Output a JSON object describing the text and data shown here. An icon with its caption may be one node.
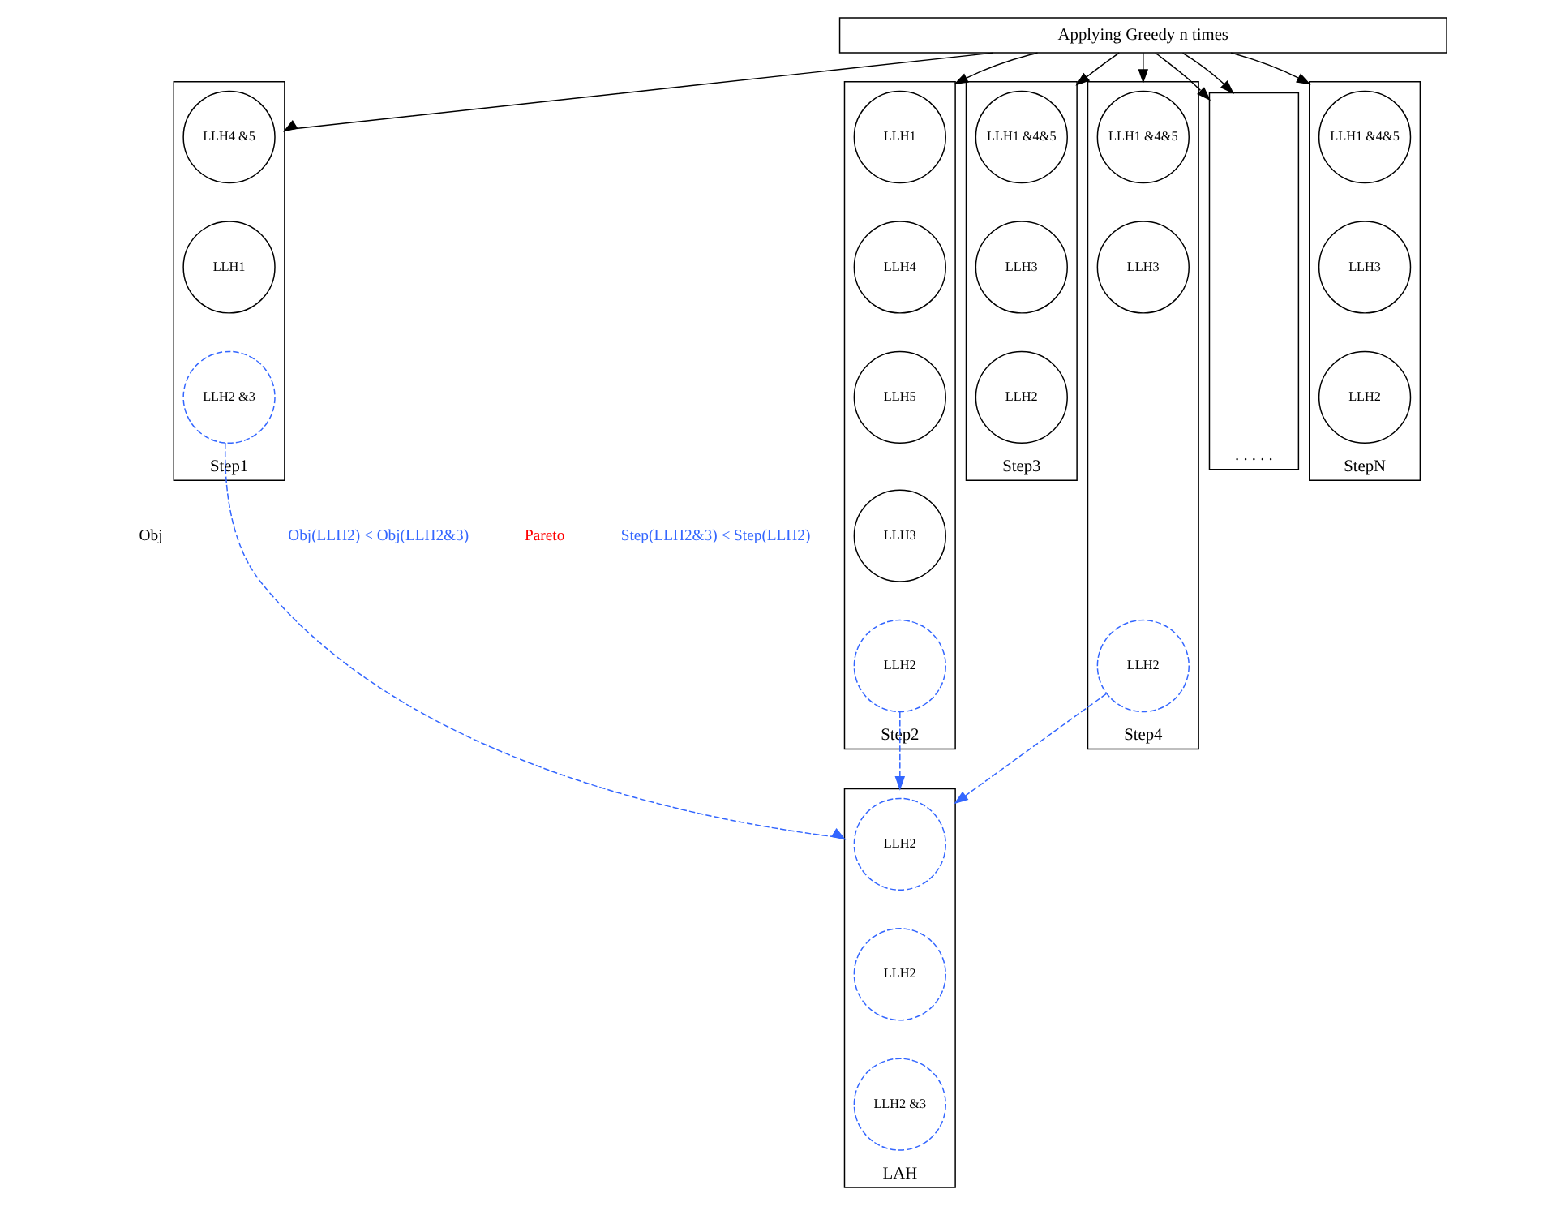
{
  "diagram": {
    "nodes": [
      {
        "text": [
          "Applying Greedy n times"
        ]
      },
      {
        "text": [
          "Step1"
        ]
      },
      {
        "text": [
          "LLH4 &5"
        ],
        "in": 1
      },
      {
        "text": [
          "LLH1"
        ],
        "in": 1
      },
      {
        "text": [
          "LLH2 &3"
        ],
        "in": 1
      },
      {
        "text": [
          "Step2"
        ]
      },
      {
        "text": [
          "LLH1"
        ],
        "in": 5
      },
      {
        "text": [
          "LLH4"
        ],
        "in": 5
      },
      {
        "text": [
          "LLH5"
        ],
        "in": 5
      },
      {
        "text": [
          "LLH3"
        ],
        "in": 5
      },
      {
        "text": [
          "LLH2"
        ],
        "in": 5
      },
      {
        "text": [
          "Step3"
        ]
      },
      {
        "text": [
          "LLH1 &4&5"
        ],
        "in": 11
      },
      {
        "text": [
          "LLH3"
        ],
        "in": 11
      },
      {
        "text": [
          "LLH2"
        ],
        "in": 11
      },
      {
        "text": [
          "Step4"
        ]
      },
      {
        "text": [
          "LLH1 &4&5"
        ],
        "in": 15
      },
      {
        "text": [
          "LLH3"
        ],
        "in": 15
      },
      {
        "text": [
          "LLH2"
        ],
        "in": 15
      },
      {
        "text": [
          ". . . . ."
        ]
      },
      {
        "text": [
          "StepN"
        ]
      },
      {
        "text": [
          "LLH1 &4&5"
        ],
        "in": 20
      },
      {
        "text": [
          "LLH3"
        ],
        "in": 20
      },
      {
        "text": [
          "LLH2"
        ],
        "in": 20
      },
      {
        "text": [
          "LAH"
        ]
      },
      {
        "text": [
          "LLH2"
        ],
        "in": 24
      },
      {
        "text": [
          "LLH2"
        ],
        "in": 24
      },
      {
        "text": [
          "LLH2 &3"
        ],
        "in": 24
      }
    ],
    "edges": [
      {
        "from": 0,
        "to": 1,
        "arrow": "to"
      },
      {
        "from": 0,
        "to": 5,
        "arrow": "to"
      },
      {
        "from": 0,
        "to": 11,
        "arrow": "to"
      },
      {
        "from": 0,
        "to": 15,
        "arrow": "to"
      },
      {
        "from": 0,
        "to": 19,
        "arrow": "to"
      },
      {
        "from": 0,
        "to": 19,
        "arrow": "to"
      },
      {
        "from": 0,
        "to": 20,
        "arrow": "to"
      },
      {
        "from": 4,
        "to": 24,
        "arrow": "to",
        "style": "dashed",
        "color": "#3366ff"
      },
      {
        "from": 10,
        "to": 24,
        "arrow": "to",
        "style": "dashed",
        "color": "#3366ff"
      },
      {
        "from": 18,
        "to": 24,
        "arrow": "to",
        "style": "dashed",
        "color": "#3366ff"
      }
    ],
    "labels": [
      "Obj",
      "Obj(LLH2) < Obj(LLH2&3)",
      "Pareto",
      "Step(LLH2&3) < Step(LLH2)"
    ]
  }
}
